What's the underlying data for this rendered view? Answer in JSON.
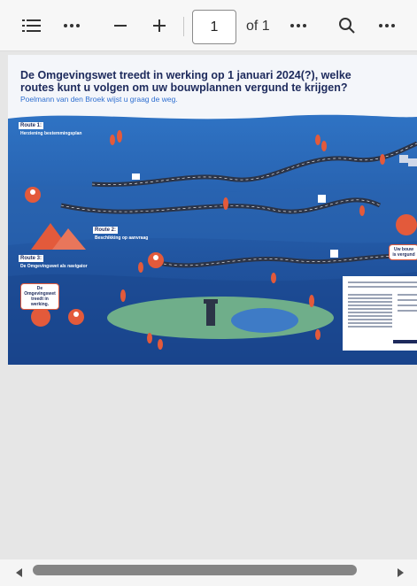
{
  "toolbar": {
    "outline_icon": "list-icon",
    "more_left_icon": "more-horizontal-icon",
    "zoom_out_icon": "minus-icon",
    "zoom_in_icon": "plus-icon",
    "page_current": "1",
    "page_total_label": "of 1",
    "more_middle_icon": "more-horizontal-icon",
    "search_icon": "search-icon",
    "more_right_icon": "more-horizontal-icon"
  },
  "document": {
    "title_line1": "De Omgevingswet treedt in werking op 1 januari 2024(?), welke",
    "title_line2": "routes kunt u volgen om uw bouwplannen vergund te krijgen?",
    "subtitle": "Poelmann van den Broek wijst u graag de weg.",
    "route1_title": "Route 1:",
    "route1_sub": "Herziening bestemmingsplan",
    "route2_title": "Route 2:",
    "route2_sub": "Beschikking op aanvraag",
    "route3_title": "Route 3:",
    "route3_sub": "De Omgevingswet als navigator",
    "warning_label": "De Omgevingswet treedt in werking.",
    "right_edge_label": "Uw bouw is vergund"
  },
  "colors": {
    "navy": "#1d2a5c",
    "blue_mid": "#1e4f96",
    "blue_light": "#2f73c4",
    "accent_orange": "#e35a3b",
    "green": "#6fae8a",
    "road": "#2c3447"
  },
  "scrollbar": {
    "left_icon": "triangle-left-icon",
    "right_icon": "triangle-right-icon"
  }
}
